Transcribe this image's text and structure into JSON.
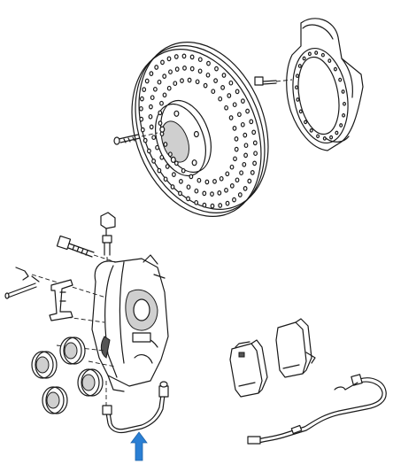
{
  "figure": {
    "components": [
      "brake-disc",
      "dust-shield",
      "shield-bolt",
      "disc-screw",
      "brake-caliper",
      "caliper-mounting-bolt",
      "bleeder-valve",
      "retaining-pin",
      "spreader-spring",
      "piston-seal-rings",
      "brake-pads",
      "wear-sensor-cable",
      "brake-hose-line"
    ],
    "arrow_color": "#2a7fd4",
    "line_color": "#1a1a1a",
    "shade_color": "#cfcfcf"
  }
}
